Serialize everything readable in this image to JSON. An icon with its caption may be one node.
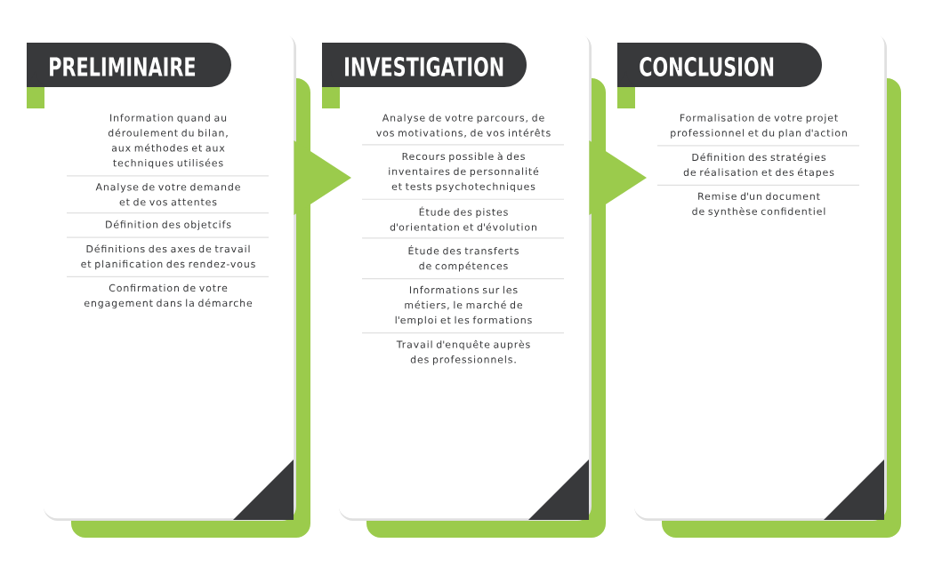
{
  "diagram": {
    "nodes": [
      {
        "text": [
          "PRELIMINAIRE"
        ]
      },
      {
        "text": [
          "Information quand au déroulement du bilan, aux méthodes et aux techniques utilisées"
        ],
        "in": 0
      },
      {
        "text": [
          "Analyse de votre demande et de vos attentes"
        ],
        "in": 0
      },
      {
        "text": [
          "Définition des objetcifs"
        ],
        "in": 0
      },
      {
        "text": [
          "Définitions des axes de travail et planification des rendez-vous"
        ],
        "in": 0
      },
      {
        "text": [
          "Confirmation de votre engagement dans la démarche"
        ],
        "in": 0
      },
      {
        "text": [
          "INVESTIGATION"
        ]
      },
      {
        "text": [
          "Analyse de votre parcours, de vos motivations, de vos intérêts"
        ],
        "in": 6
      },
      {
        "text": [
          "Recours possible à des inventaires de personnalité et tests psychotechniques"
        ],
        "in": 6
      },
      {
        "text": [
          "Étude des pistes d'orientation et d'évolution"
        ],
        "in": 6
      },
      {
        "text": [
          "Étude des transferts de compétences"
        ],
        "in": 6
      },
      {
        "text": [
          "Informations sur les métiers, le marché de l'emploi et les formations"
        ],
        "in": 6
      },
      {
        "text": [
          "Travail d'enquête auprès des professionnels."
        ],
        "in": 6
      },
      {
        "text": [
          "CONCLUSION"
        ]
      },
      {
        "text": [
          "Formalisation de votre projet professionnel et du plan d'action"
        ],
        "in": 13
      },
      {
        "text": [
          "Définition des stratégies de réalisation et des étapes"
        ],
        "in": 13
      },
      {
        "text": [
          "Remise d'un document de synthèse confidentiel"
        ],
        "in": 13
      }
    ],
    "edges": [
      {
        "from": 0,
        "to": 6,
        "arrow": "to"
      },
      {
        "from": 6,
        "to": 13,
        "arrow": "to"
      }
    ]
  }
}
